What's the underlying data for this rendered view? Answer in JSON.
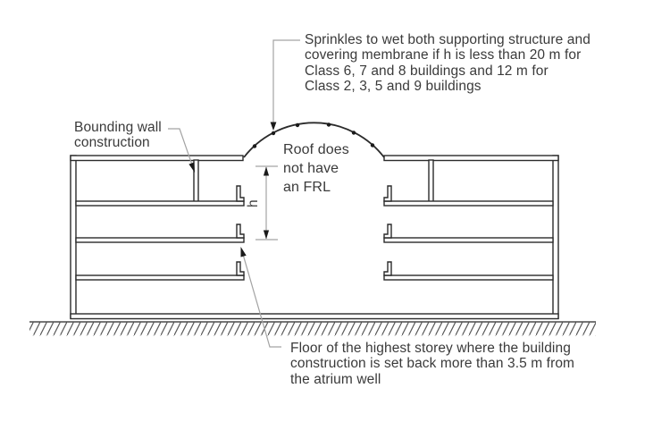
{
  "annotations": {
    "sprinkler_note": "Sprinkles to wet both supporting structure and\ncovering membrane if h is less than 20 m for\nClass 6, 7 and 8 buildings and 12 m for\nClass 2, 3, 5 and 9 buildings",
    "bounding_wall_note": "Bounding wall\nconstruction",
    "roof_frl_note": "Roof does\nnot have\nan FRL",
    "floor_setback_note": "Floor of the highest storey where the building\nconstruction is set back more than 3.5 m from\nthe atrium well",
    "height_dimension_label": "h"
  },
  "diagram": {
    "type": "building-cross-section-with-atrium-dome",
    "sprinkler_head_count": 6,
    "storeys_shown_per_side": 3
  },
  "colors": {
    "structure_line": "#2b2b2b",
    "leader_line": "#a3a3a3",
    "text": "#3a3a3a",
    "background": "#ffffff"
  }
}
